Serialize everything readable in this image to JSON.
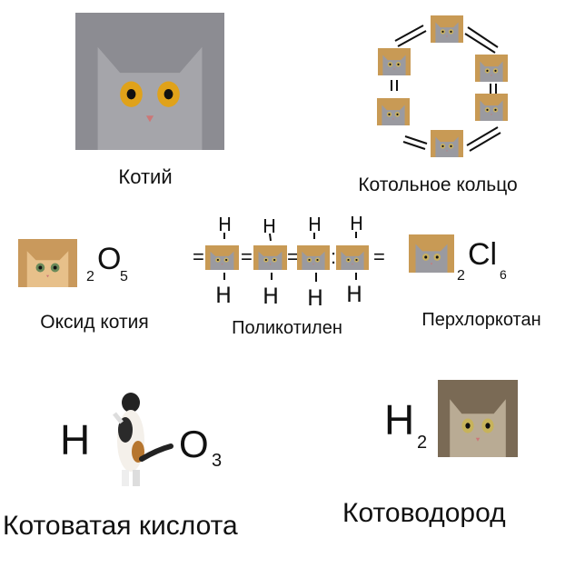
{
  "cells": [
    {
      "label": "Котий"
    },
    {
      "label": "Котольное кольцо"
    },
    {
      "label": "Оксид котия",
      "formula": {
        "sub1": "2",
        "element": "O",
        "sub2": "5"
      }
    },
    {
      "label": "Поликотилен",
      "atom": "H"
    },
    {
      "label": "Перхлоркотан",
      "formula": {
        "sub1": "2",
        "element": "Cl",
        "sub2": "6"
      }
    },
    {
      "label": "Котоватая кислота",
      "formula": {
        "left": "H",
        "element": "O",
        "sub2": "3"
      }
    },
    {
      "label": "Котоводород",
      "formula": {
        "element": "H",
        "sub1": "2"
      }
    }
  ]
}
